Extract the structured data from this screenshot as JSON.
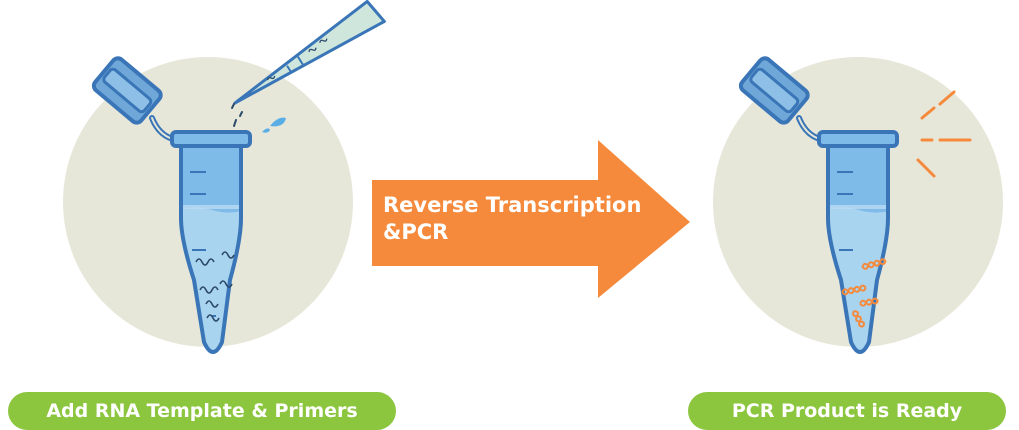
{
  "arrow": {
    "line1": "Reverse Transcription",
    "line2": "&PCR",
    "color": "#f58a3c"
  },
  "steps": [
    {
      "label": "Add RNA Template & Primers"
    },
    {
      "label": "PCR Product is Ready"
    }
  ],
  "colors": {
    "circle": "#e6e7d9",
    "tube_light": "#a9d4f0",
    "tube_mid": "#7fbbe8",
    "tube_dark": "#3a76b7",
    "pill": "#8cc63f",
    "product": "#f58a3c"
  }
}
